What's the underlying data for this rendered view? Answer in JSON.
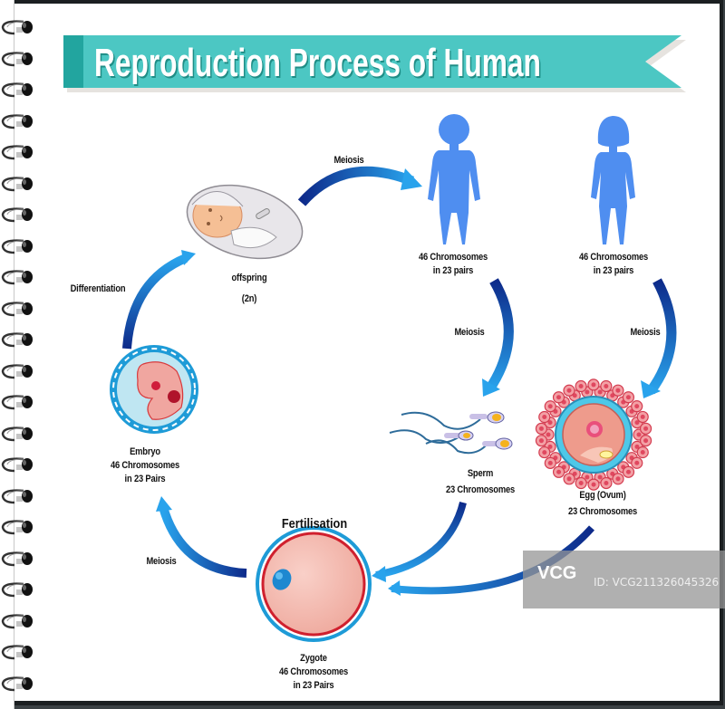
{
  "title": "Reproduction Process of Human",
  "colors": {
    "banner": "#4cc7c3",
    "banner_dark": "#22a59f",
    "arrow_dark": "#0d2a8a",
    "arrow_light": "#29a3ec",
    "silhouette": "#4f8ef0"
  },
  "notebook": {
    "ring_count": 22
  },
  "stages": {
    "offspring": {
      "name": "offspring",
      "detail": "(2n)"
    },
    "male": {
      "line1": "46 Chromosomes",
      "line2": "in 23 pairs"
    },
    "female": {
      "line1": "46 Chromosomes",
      "line2": "in 23 pairs"
    },
    "sperm": {
      "name": "Sperm",
      "detail": "23 Chromosomes"
    },
    "egg": {
      "name": "Egg (Ovum)",
      "detail": "23 Chromosomes"
    },
    "zygote": {
      "heading": "Fertilisation",
      "name": "Zygote",
      "line1": "46 Chromosomes",
      "line2": "in 23 Pairs"
    },
    "embryo": {
      "name": "Embryo",
      "line1": "46 Chromosomes",
      "line2": "in 23 Pairs"
    }
  },
  "arrows": {
    "offspring_to_male": "Meiosis",
    "male_to_sperm": "Meiosis",
    "female_to_egg": "Meiosis",
    "zygote_to_embryo": "Meiosis",
    "embryo_to_offspring": "Differentiation"
  },
  "watermark": {
    "logo": "VCG",
    "id": "ID: VCG211326045326"
  }
}
